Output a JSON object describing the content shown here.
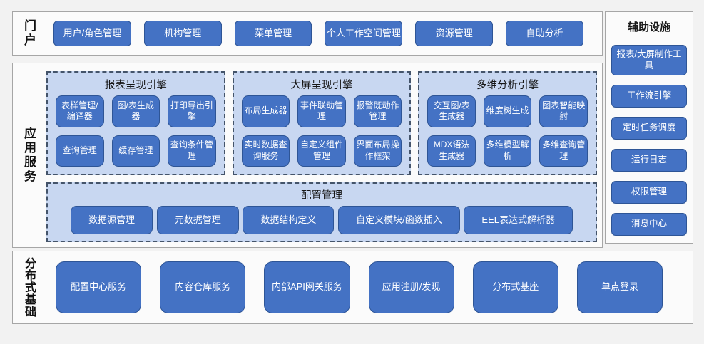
{
  "colors": {
    "page_bg": "#f2f2f2",
    "section_bg": "#fbfbfb",
    "section_border": "#a6a6a6",
    "button_bg": "#4472c4",
    "button_border": "#2e5596",
    "button_text": "#ffffff",
    "group_bg": "#c8d7f1",
    "group_dashed_border": "#44546a"
  },
  "portal": {
    "label": "门户",
    "buttons": [
      "用户/角色管理",
      "机构管理",
      "菜单管理",
      "个人工作空间管理",
      "资源管理",
      "自助分析"
    ]
  },
  "app_services": {
    "label": "应用服务",
    "engines": [
      {
        "title": "报表呈现引擎",
        "buttons": [
          "表样管理/编译器",
          "图/表生成器",
          "打印导出引擎",
          "查询管理",
          "缓存管理",
          "查询条件管理"
        ]
      },
      {
        "title": "大屏呈现引擎",
        "buttons": [
          "布局生成器",
          "事件联动管理",
          "报警既动作管理",
          "实时数据查询服务",
          "自定义组件管理",
          "界面布局操作框架"
        ]
      },
      {
        "title": "多维分析引擎",
        "buttons": [
          "交互图/表生成器",
          "维度树生成",
          "图表智能映射",
          "MDX语法生成器",
          "多维模型解析",
          "多维查询管理"
        ]
      }
    ],
    "config": {
      "title": "配置管理",
      "buttons": [
        "数据源管理",
        "元数据管理",
        "数据结构定义",
        "自定义模块/函数插入",
        "EEL表达式解析器"
      ]
    }
  },
  "auxiliary": {
    "title": "辅助设施",
    "buttons": [
      "报表/大屏制作工具",
      "工作流引擎",
      "定时任务调度",
      "运行日志",
      "权限管理",
      "消息中心"
    ]
  },
  "distributed": {
    "label": "分布式基础",
    "buttons": [
      "配置中心服务",
      "内容仓库服务",
      "内部API网关服务",
      "应用注册/发现",
      "分布式基座",
      "单点登录"
    ]
  }
}
